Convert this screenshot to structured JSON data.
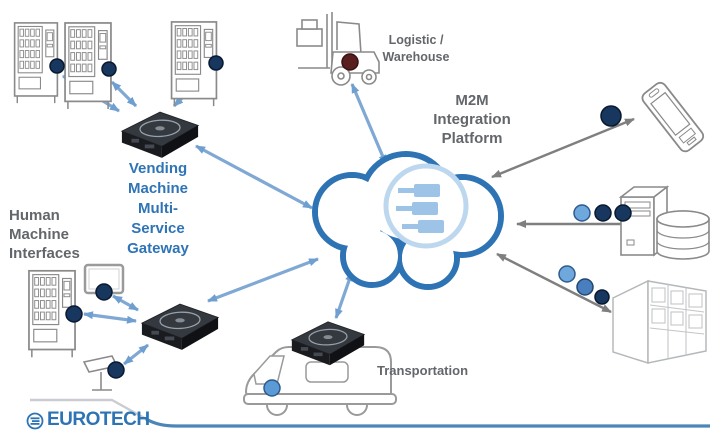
{
  "labels": {
    "vending_gateway": "Vending\nMachine\nMulti-\nService\nGateway",
    "logistic_warehouse": "Logistic /\nWarehouse",
    "m2m_platform": "M2M\nIntegration\nPlatform",
    "human_machine_interfaces": "Human\nMachine\nInterfaces",
    "transportation": "Transportation",
    "brand": "EUROTECH"
  },
  "colors": {
    "label_blue": "#2E74B6",
    "label_gray": "#63666A",
    "arrow_blue": "#7FA8D4",
    "arrow_gray": "#7F7F7F",
    "cloud_stroke": "#2E74B5",
    "cloud_inner_ring": "#BDD7EE",
    "plug_icon": "#9DC3E6",
    "dot_navy": "#17375E",
    "dot_light_blue": "#6FA8DC",
    "dot_medium_blue": "#4A7FBF",
    "dot_maroon": "#591F1F",
    "device_outline": "#8A8A8A",
    "gateway_body": "#1B1D21",
    "brand_blue": "#2E74B5",
    "footer_line_blue": "#4A86B8",
    "footer_line_gray": "#C9CDD2"
  },
  "nodes": [
    {
      "id": "vending-machine-1",
      "icon": "vending-machine-icon"
    },
    {
      "id": "vending-machine-2",
      "icon": "vending-machine-icon"
    },
    {
      "id": "vending-machine-3",
      "icon": "vending-machine-icon"
    },
    {
      "id": "vending-gateway",
      "icon": "gateway-device-icon",
      "label": "Vending Machine Multi-Service Gateway"
    },
    {
      "id": "forklift",
      "icon": "forklift-icon",
      "label": "Logistic / Warehouse"
    },
    {
      "id": "cloud-platform",
      "icon": "cloud-icon",
      "label": "M2M Integration Platform"
    },
    {
      "id": "smartphone",
      "icon": "smartphone-icon"
    },
    {
      "id": "server-database",
      "icon": "server-database-icon"
    },
    {
      "id": "enterprise-building",
      "icon": "building-icon"
    },
    {
      "id": "delivery-van",
      "icon": "van-icon",
      "label": "Transportation"
    },
    {
      "id": "van-gateway",
      "icon": "gateway-device-icon"
    },
    {
      "id": "hmi-display",
      "icon": "display-icon",
      "group": "Human Machine Interfaces"
    },
    {
      "id": "hmi-vending-machine",
      "icon": "vending-machine-icon",
      "group": "Human Machine Interfaces"
    },
    {
      "id": "hmi-camera",
      "icon": "camera-icon",
      "group": "Human Machine Interfaces"
    },
    {
      "id": "hmi-gateway",
      "icon": "gateway-device-icon",
      "group": "Human Machine Interfaces"
    }
  ],
  "connections": [
    {
      "from": "vending-machine-1",
      "to": "vending-gateway",
      "color": "blue",
      "bidirectional": true
    },
    {
      "from": "vending-machine-2",
      "to": "vending-gateway",
      "color": "blue",
      "bidirectional": true
    },
    {
      "from": "vending-machine-3",
      "to": "vending-gateway",
      "color": "blue",
      "bidirectional": true
    },
    {
      "from": "vending-gateway",
      "to": "cloud-platform",
      "color": "blue",
      "bidirectional": true
    },
    {
      "from": "forklift",
      "to": "cloud-platform",
      "color": "blue",
      "bidirectional": true
    },
    {
      "from": "hmi-display",
      "to": "hmi-gateway",
      "color": "blue",
      "bidirectional": true
    },
    {
      "from": "hmi-vending-machine",
      "to": "hmi-gateway",
      "color": "blue",
      "bidirectional": true
    },
    {
      "from": "hmi-camera",
      "to": "hmi-gateway",
      "color": "blue",
      "bidirectional": true
    },
    {
      "from": "hmi-gateway",
      "to": "cloud-platform",
      "color": "blue",
      "bidirectional": true
    },
    {
      "from": "cloud-platform",
      "to": "van-gateway",
      "color": "blue",
      "bidirectional": true
    },
    {
      "from": "delivery-van",
      "to": "van-gateway",
      "color": "blue",
      "bidirectional": true
    },
    {
      "from": "cloud-platform",
      "to": "smartphone",
      "color": "gray",
      "bidirectional": true
    },
    {
      "from": "cloud-platform",
      "to": "server-database",
      "color": "gray",
      "bidirectional": true
    },
    {
      "from": "cloud-platform",
      "to": "enterprise-building",
      "color": "gray",
      "bidirectional": true
    }
  ]
}
